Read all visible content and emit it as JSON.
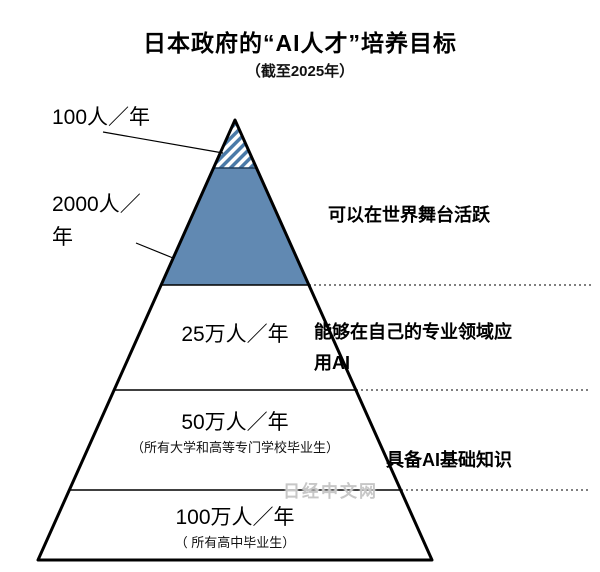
{
  "header": {
    "title": "日本政府的“AI人才”培养目标",
    "subtitle": "（截至2025年）"
  },
  "pyramid": {
    "levels": [
      {
        "name": "tier-100-per-year",
        "label": "100人／年"
      },
      {
        "name": "tier-2000-per-year",
        "label": "2000人／年"
      },
      {
        "name": "tier-250k-per-year",
        "label": "25万人／年"
      },
      {
        "name": "tier-500k-per-year",
        "label": "50万人／年",
        "note": "（所有大学和高等专门学校毕业生）"
      },
      {
        "name": "tier-1m-per-year",
        "label": "100万人／年",
        "note": "（ 所有高中毕业生）"
      }
    ]
  },
  "annotations": [
    {
      "label": "可以在世界舞台活跃"
    },
    {
      "label": "能够在自己的专业领域应用AI"
    },
    {
      "label": "具备AI基础知识"
    }
  ],
  "watermark": "日经中文网",
  "colors": {
    "blue": "#6189b2",
    "hatch_stripe": "#4a7aa8",
    "outline": "#000000"
  }
}
